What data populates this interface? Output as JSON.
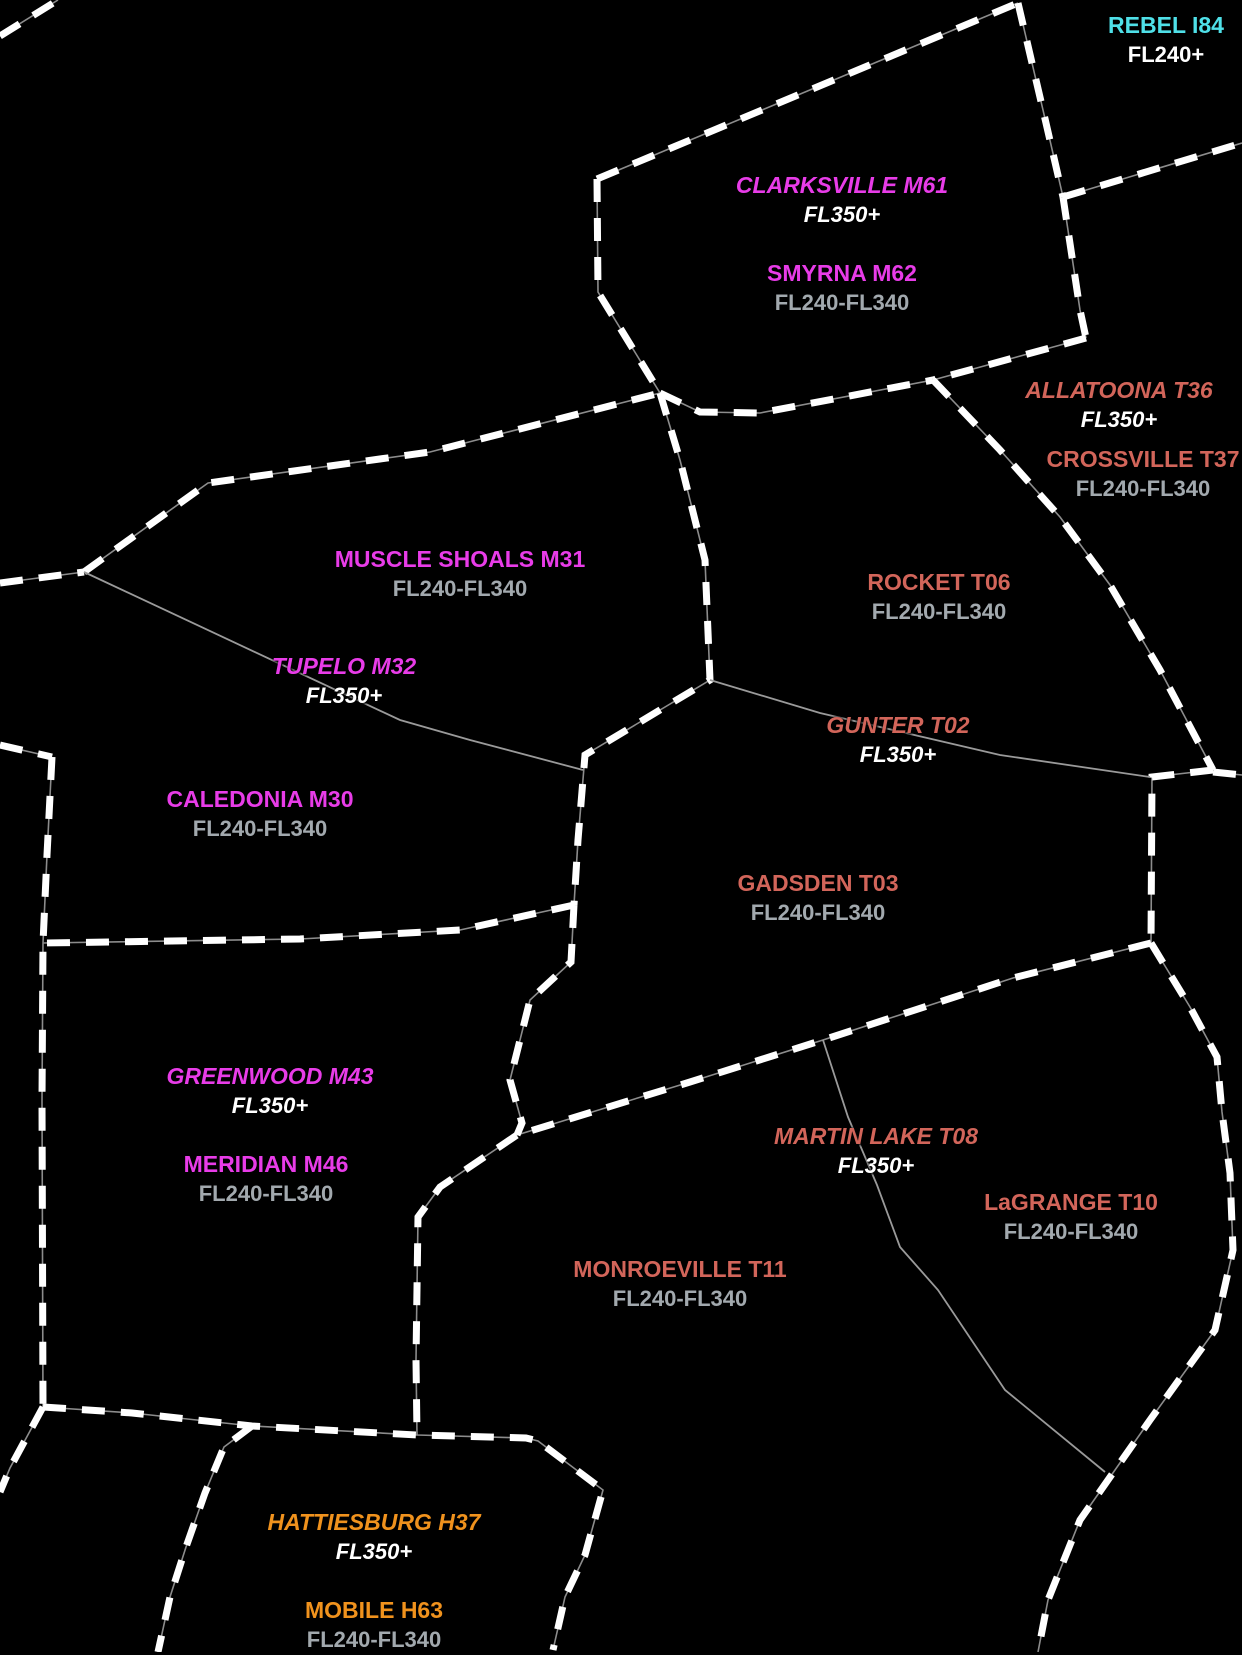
{
  "map": {
    "background": "#000000",
    "boundary_dash_color": "#FFFFFF",
    "boundary_underlay_color": "#8C8C8C",
    "thin_boundary_color": "#9A9A9A"
  },
  "colors": {
    "magenta": "#E83CE8",
    "salmon": "#D2655A",
    "orange": "#F0921D",
    "cyan": "#4FE0E8",
    "white": "#FFFFFF",
    "level_gray": "#A2A9AE"
  },
  "sectors": [
    {
      "name": "REBEL I84",
      "level": "FL240+",
      "name_color": "#4FE0E8",
      "level_color": "#FFFFFF"
    },
    {
      "name": "CLARKSVILLE M61",
      "level": "FL350+",
      "name_color": "#E83CE8",
      "level_color": "#FFFFFF"
    },
    {
      "name": "SMYRNA M62",
      "level": "FL240-FL340",
      "name_color": "#E83CE8",
      "level_color": "#A2A9AE"
    },
    {
      "name": "ALLATOONA T36",
      "level": "FL350+",
      "name_color": "#D2655A",
      "level_color": "#FFFFFF"
    },
    {
      "name": "CROSSVILLE T37",
      "level": "FL240-FL340",
      "name_color": "#D2655A",
      "level_color": "#A2A9AE"
    },
    {
      "name": "MUSCLE SHOALS M31",
      "level": "FL240-FL340",
      "name_color": "#E83CE8",
      "level_color": "#A2A9AE"
    },
    {
      "name": "TUPELO M32",
      "level": "FL350+",
      "name_color": "#E83CE8",
      "level_color": "#FFFFFF"
    },
    {
      "name": "ROCKET T06",
      "level": "FL240-FL340",
      "name_color": "#D2655A",
      "level_color": "#A2A9AE"
    },
    {
      "name": "GUNTER T02",
      "level": "FL350+",
      "name_color": "#D2655A",
      "level_color": "#FFFFFF"
    },
    {
      "name": "CALEDONIA M30",
      "level": "FL240-FL340",
      "name_color": "#E83CE8",
      "level_color": "#A2A9AE"
    },
    {
      "name": "GADSDEN T03",
      "level": "FL240-FL340",
      "name_color": "#D2655A",
      "level_color": "#A2A9AE"
    },
    {
      "name": "GREENWOOD M43",
      "level": "FL350+",
      "name_color": "#E83CE8",
      "level_color": "#FFFFFF"
    },
    {
      "name": "MERIDIAN M46",
      "level": "FL240-FL340",
      "name_color": "#E83CE8",
      "level_color": "#A2A9AE"
    },
    {
      "name": "MARTIN LAKE T08",
      "level": "FL350+",
      "name_color": "#D2655A",
      "level_color": "#FFFFFF"
    },
    {
      "name": "LaGRANGE T10",
      "level": "FL240-FL340",
      "name_color": "#D2655A",
      "level_color": "#A2A9AE"
    },
    {
      "name": "MONROEVILLE T11",
      "level": "FL240-FL340",
      "name_color": "#D2655A",
      "level_color": "#A2A9AE"
    },
    {
      "name": "HATTIESBURG H37",
      "level": "FL350+",
      "name_color": "#F0921D",
      "level_color": "#FFFFFF"
    },
    {
      "name": "MOBILE H63",
      "level": "FL240-FL340",
      "name_color": "#F0921D",
      "level_color": "#A2A9AE"
    }
  ]
}
